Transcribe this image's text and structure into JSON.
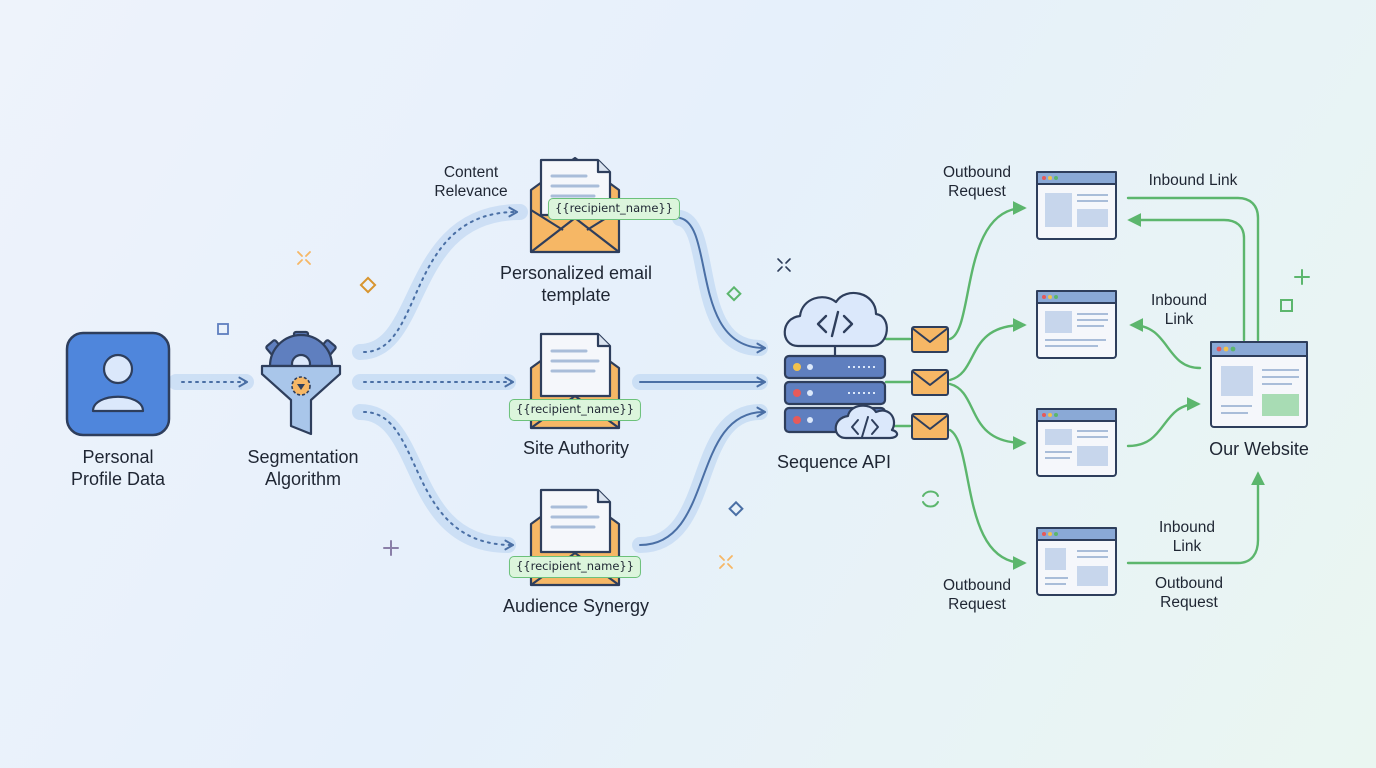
{
  "nodes": {
    "personal_profile": "Personal\nProfile Data",
    "segmentation": "Segmentation\nAlgorithm",
    "email_template": "Personalized email\ntemplate",
    "site_authority": "Site Authority",
    "audience_synergy": "Audience Synergy",
    "sequence_api": "Sequence API",
    "our_website": "Our Website"
  },
  "edge_labels": {
    "content_relevance": "Content\nRelevance",
    "outbound_top": "Outbound\nRequest",
    "inbound_top": "Inbound Link",
    "inbound_mid": "Inbound\nLink",
    "outbound_bottom": "Outbound\nRequest",
    "inbound_bottom": "Inbound\nLink",
    "outbound_bottom_right": "Outbound\nRequest"
  },
  "template_token": "{{recipient_name}}",
  "icons": {
    "profile": "user-icon",
    "segmentation": "gear-funnel-icon",
    "templates": "envelope-document-icon",
    "api": "cloud-server-icon",
    "messages": "mail-icon",
    "websites": "browser-window-icon"
  },
  "colors": {
    "blue_flow": "#4a6fa5",
    "green_flow": "#5cb66d",
    "envelope": "#f6b765",
    "profile_tile": "#4f86dc",
    "token_fill": "#dcf5dc"
  }
}
